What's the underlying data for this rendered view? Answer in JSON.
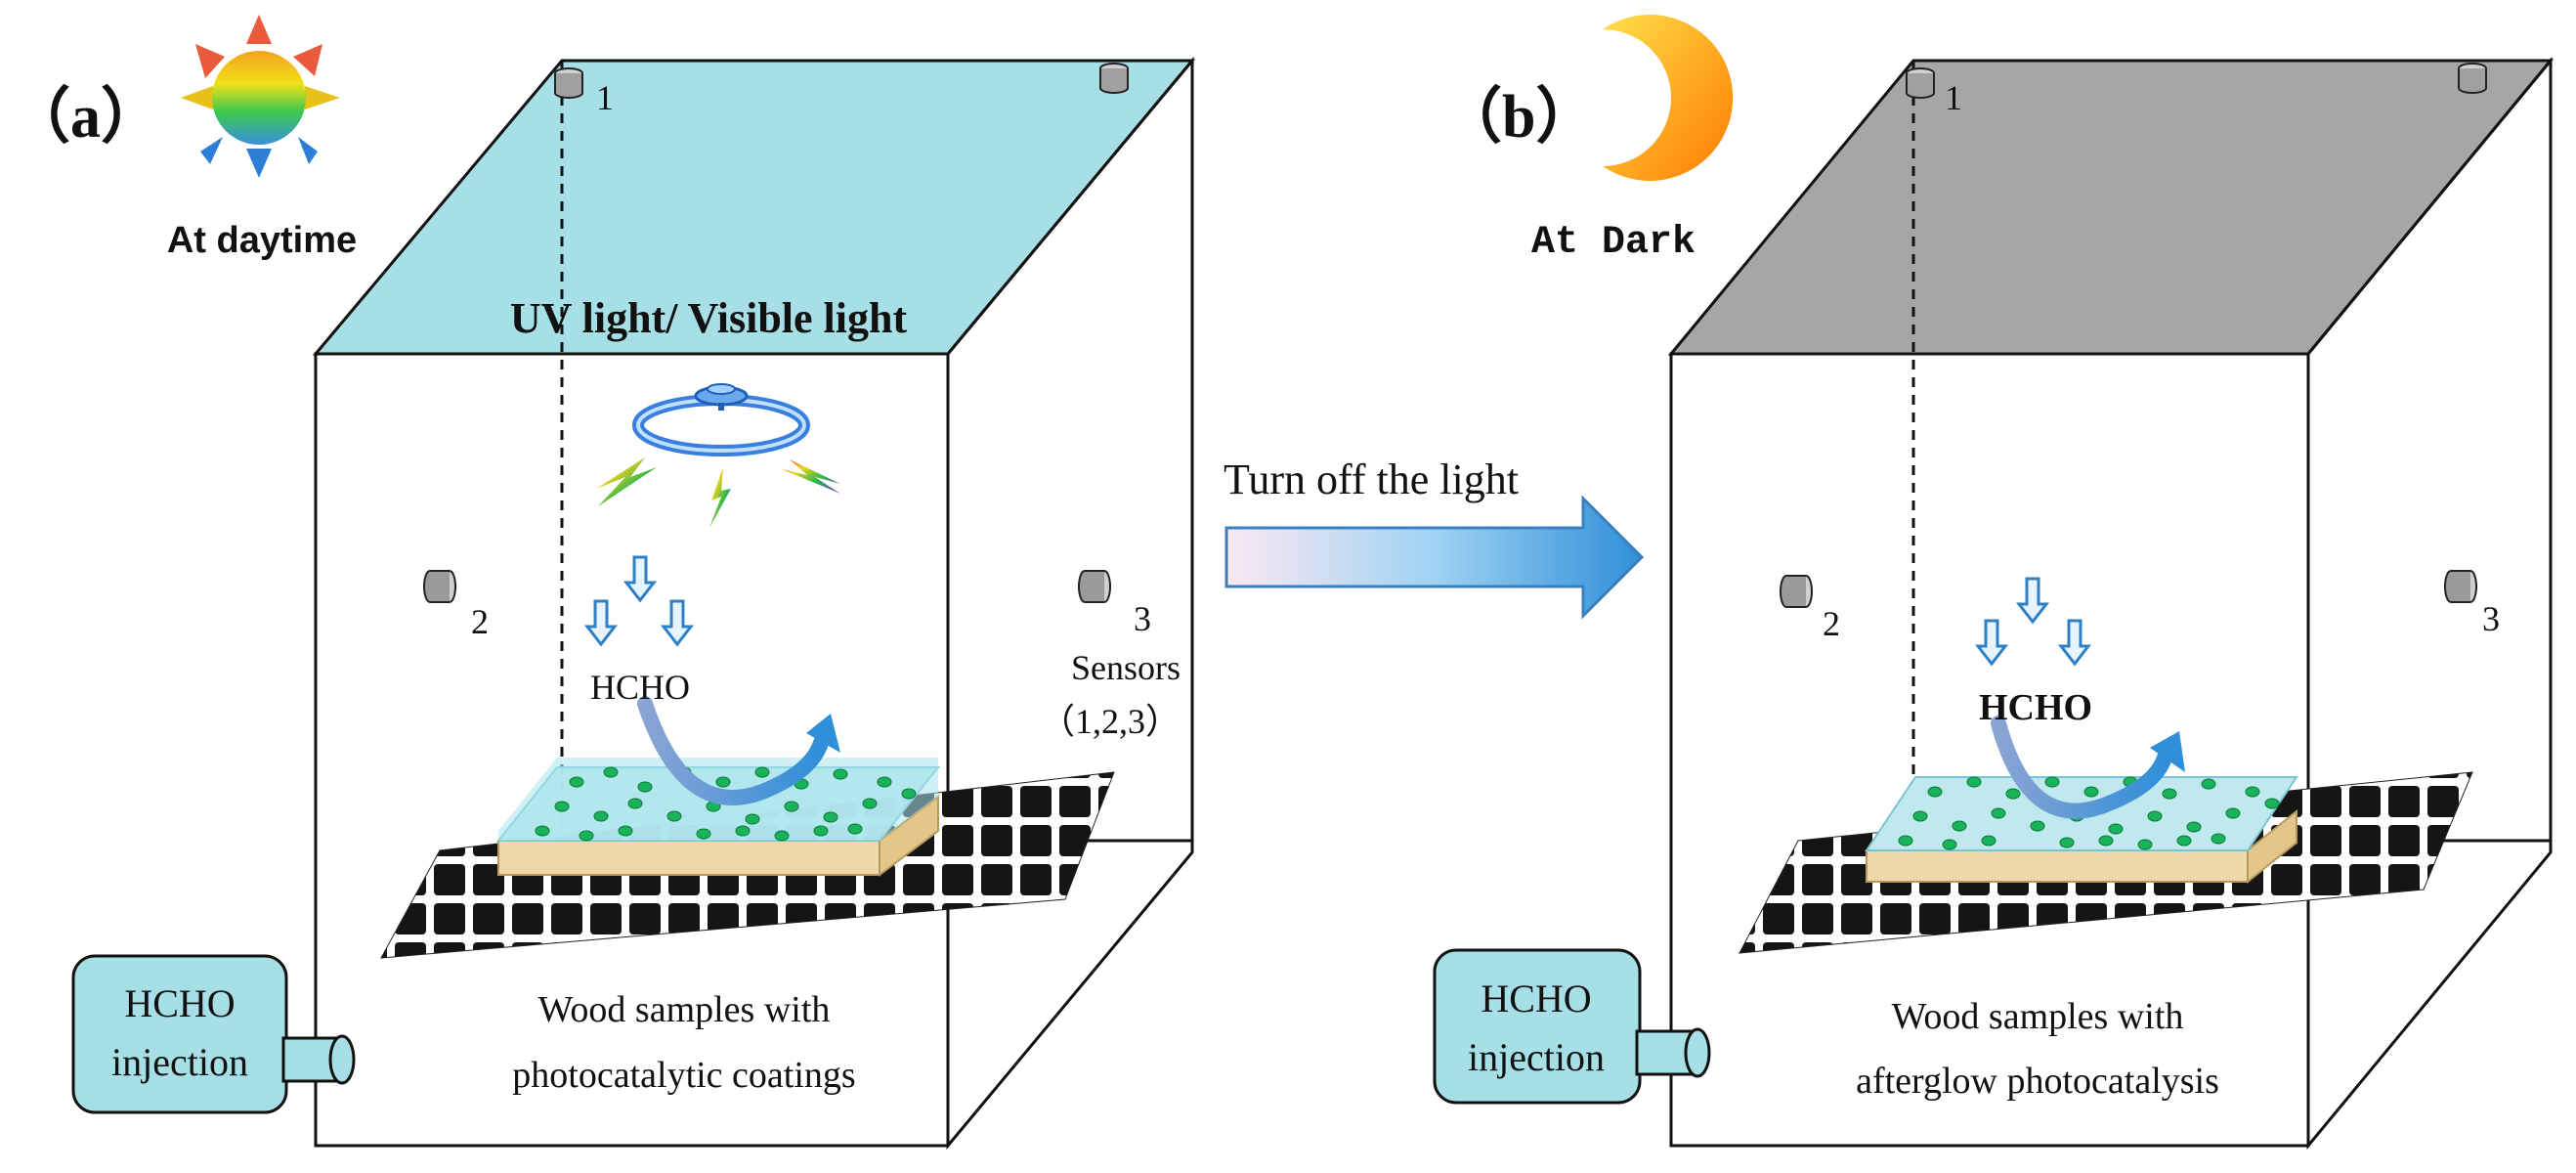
{
  "panel_a": {
    "label": "（a）",
    "time_label": "At daytime",
    "light_label": "UV light/ Visible light",
    "sensor_1": "1",
    "sensor_2": "2",
    "sensor_3": "3",
    "sensors_title": "Sensors",
    "sensors_list": "（1,2,3）",
    "gas_label": "HCHO",
    "sample_line1": "Wood samples with",
    "sample_line2": "photocatalytic coatings",
    "injection_line1": "HCHO",
    "injection_line2": "injection"
  },
  "transition": {
    "label": "Turn off the light"
  },
  "panel_b": {
    "label": "（b）",
    "time_label": "At Dark",
    "sensor_1": "1",
    "sensor_2": "2",
    "sensor_3": "3",
    "gas_label": "HCHO",
    "sample_line1": "Wood samples with",
    "sample_line2": "afterglow photocatalysis",
    "injection_line1": "HCHO",
    "injection_line2": "injection"
  },
  "colors": {
    "lit_ceiling": "#a6dfe6",
    "dark_ceiling": "#a6a6a6",
    "injection_box": "#a6dfe6",
    "coating": "#a8e3ec",
    "wood": "#f0d9a8",
    "particle": "#19b35a",
    "arrow_blue": "#2f8fd8"
  }
}
